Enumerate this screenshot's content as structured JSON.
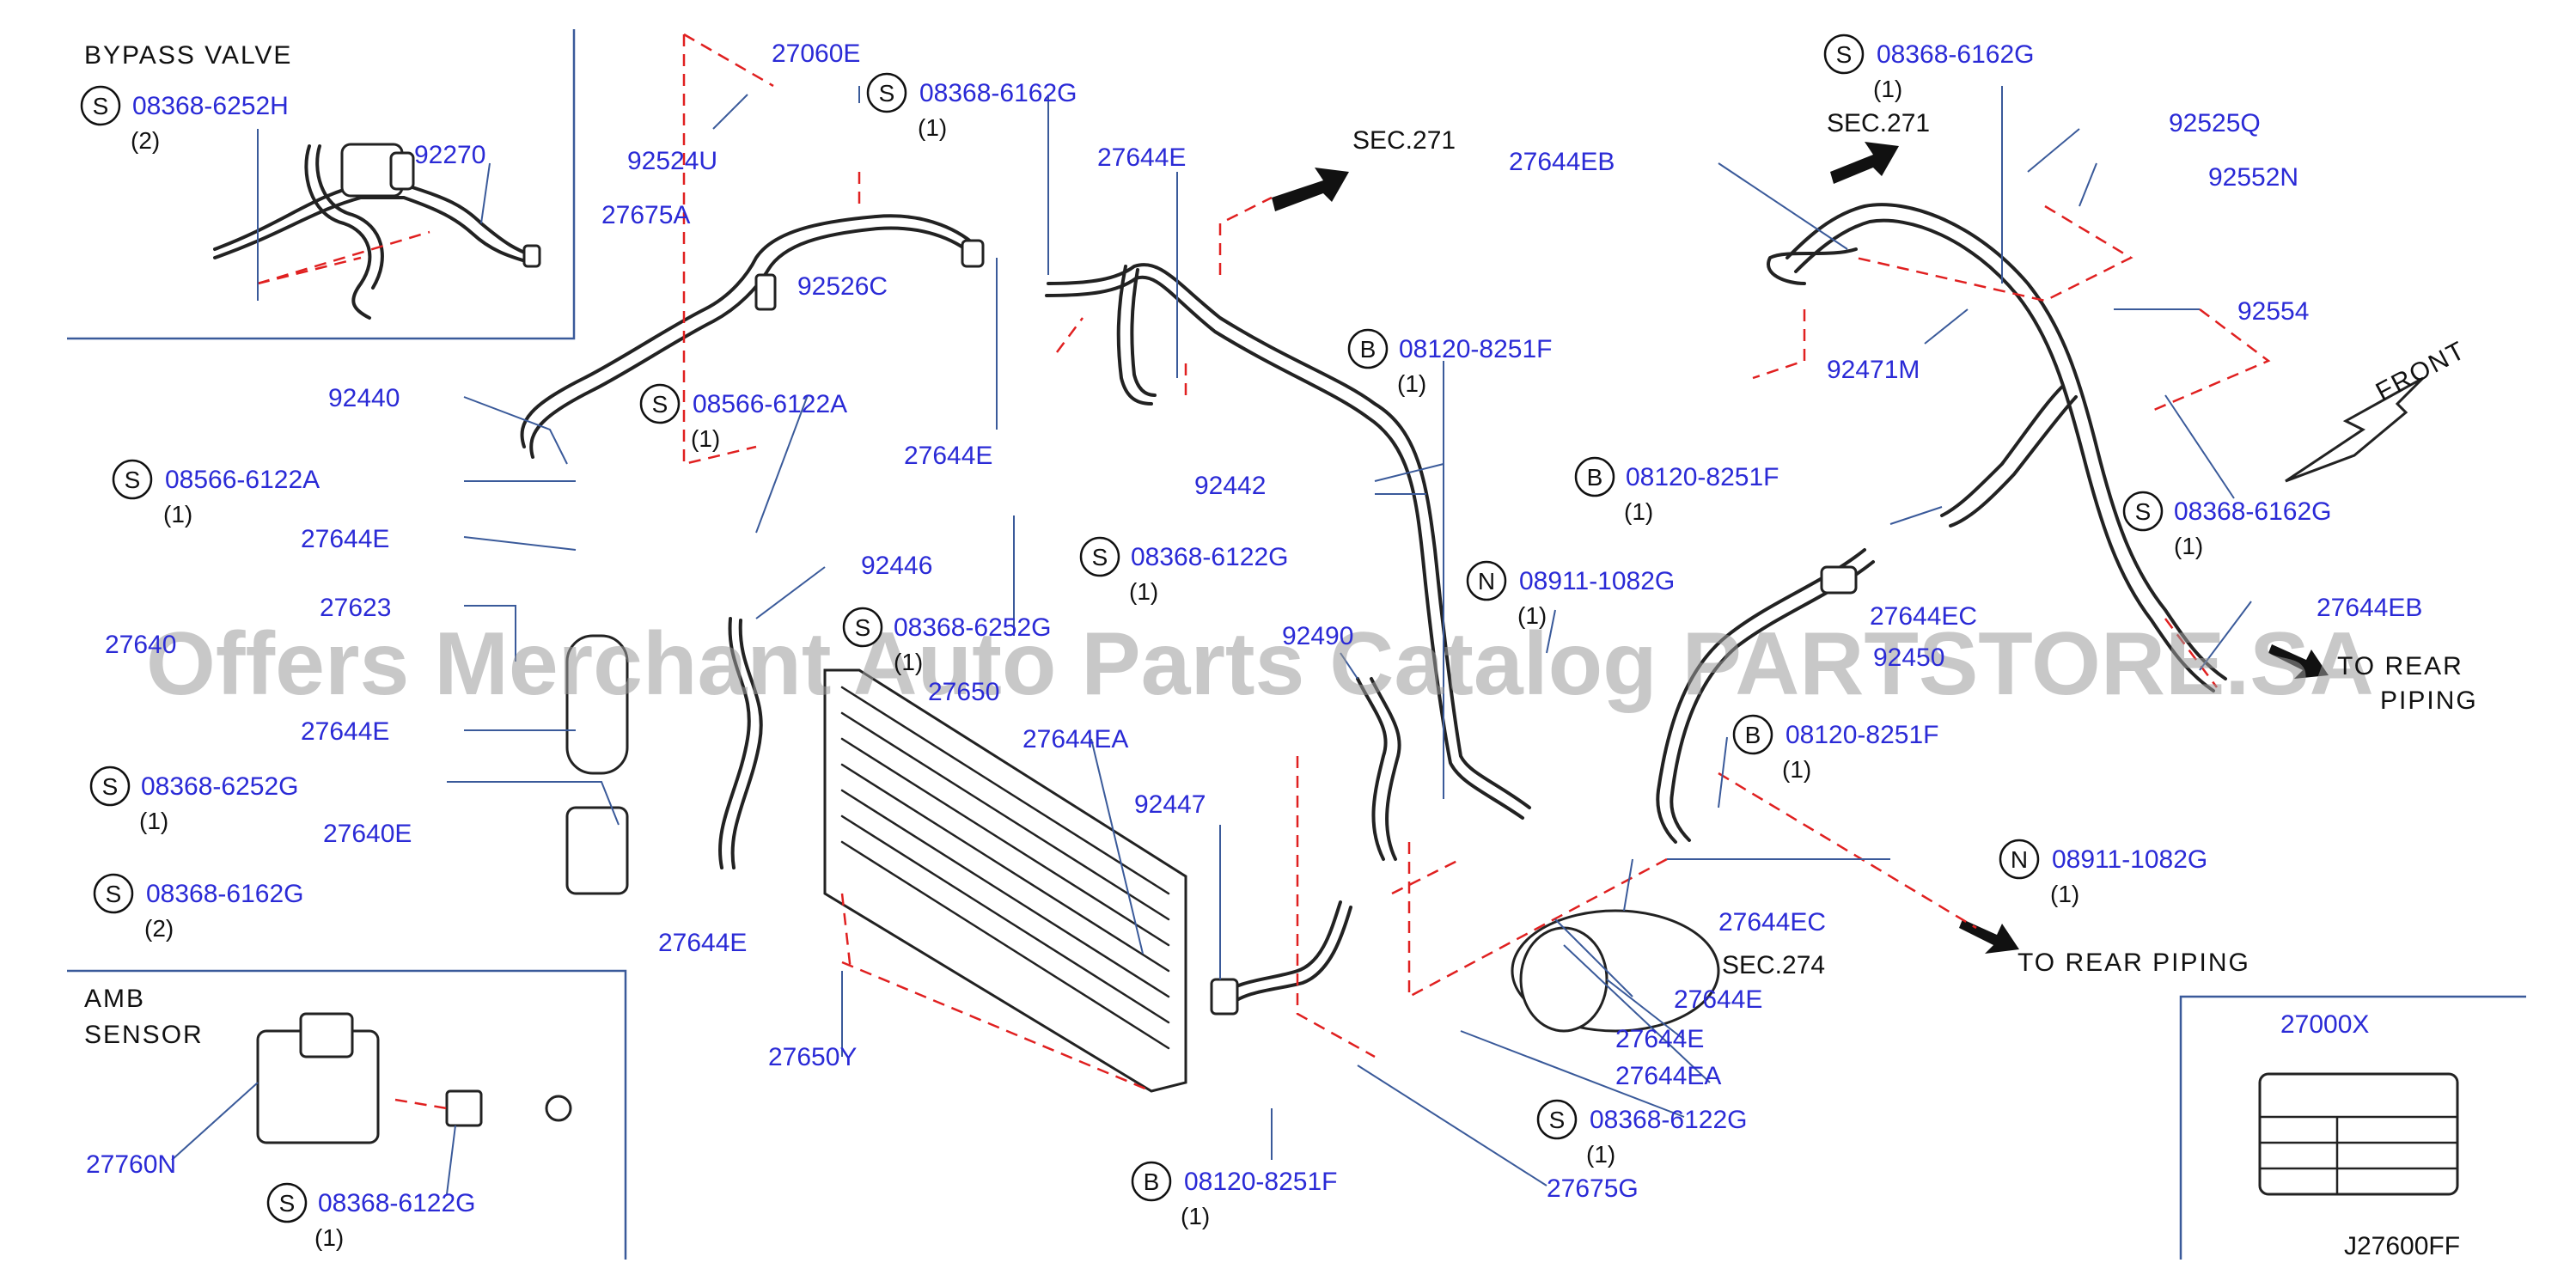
{
  "diagram_id": "J27600FF",
  "watermark": "Offers Merchant Auto Parts Catalog PARTSTORE.SA",
  "insets": {
    "bypass_valve": "BYPASS  VALVE",
    "amb_sensor_line1": "AMB",
    "amb_sensor_line2": "SENSOR"
  },
  "captions": {
    "sec271_a": "SEC.271",
    "sec271_b": "SEC.271",
    "sec274": "SEC.274",
    "to_rear_piping_a": "TO  REAR  PIPING",
    "to_rear_piping_b_line1": "TO  REAR",
    "to_rear_piping_b_line2": "PIPING",
    "front": "FRONT"
  },
  "parts": {
    "p27060E": "27060E",
    "p92524U": "92524U",
    "p27675A": "27675A",
    "p92526C": "92526C",
    "p27644E_top": "27644E",
    "p27644E_b": "27644E",
    "p92440": "92440",
    "p27644E_left": "27644E",
    "p27623": "27623",
    "p27640": "27640",
    "p27644E_left2": "27644E",
    "p27640E": "27640E",
    "p92446": "92446",
    "p27650": "27650",
    "p27644EA_mid": "27644EA",
    "p92447": "92447",
    "p27644E_low": "27644E",
    "p27650Y": "27650Y",
    "p27760N": "27760N",
    "p92270": "92270",
    "p92442": "92442",
    "p92490": "92490",
    "p27644EB_top": "27644EB",
    "p92471M": "92471M",
    "p92525Q": "92525Q",
    "p92552N": "92552N",
    "p92554": "92554",
    "p27644EC_mid": "27644EC",
    "p92450": "92450",
    "p27644EB_right": "27644EB",
    "p27644EC_low": "27644EC",
    "p27644E_r1": "27644E",
    "p27644E_r2": "27644E",
    "p27644EA_low": "27644EA",
    "p27675G": "27675G",
    "p27000X": "27000X"
  },
  "fasteners": {
    "f1": {
      "code": "08368-6252H",
      "qty": "(2)",
      "prefix": "S"
    },
    "f2": {
      "code": "08368-6162G",
      "qty": "(1)",
      "prefix": "S"
    },
    "f3": {
      "code": "08566-6122A",
      "qty": "(1)",
      "prefix": "S"
    },
    "f4": {
      "code": "08566-6122A",
      "qty": "(1)",
      "prefix": "S"
    },
    "f5": {
      "code": "08368-6252G",
      "qty": "(1)",
      "prefix": "S"
    },
    "f6": {
      "code": "08368-6162G",
      "qty": "(2)",
      "prefix": "S"
    },
    "f7": {
      "code": "08368-6122G",
      "qty": "(1)",
      "prefix": "S"
    },
    "f8": {
      "code": "08368-6122G",
      "qty": "(1)",
      "prefix": "S"
    },
    "f9": {
      "code": "08368-6252G",
      "qty": "(1)",
      "prefix": "S"
    },
    "f10": {
      "code": "08120-8251F",
      "qty": "(1)",
      "prefix": "B"
    },
    "f11": {
      "code": "08911-1082G",
      "qty": "(1)",
      "prefix": "N"
    },
    "f12": {
      "code": "08120-8251F",
      "qty": "(1)",
      "prefix": "B"
    },
    "f13": {
      "code": "08368-6162G",
      "qty": "(1)",
      "prefix": "S"
    },
    "f14": {
      "code": "08120-8251F",
      "qty": "(1)",
      "prefix": "B"
    },
    "f15": {
      "code": "08368-6162G",
      "qty": "(1)",
      "prefix": "S"
    },
    "f16": {
      "code": "08120-8251F",
      "qty": "(1)",
      "prefix": "B"
    },
    "f17": {
      "code": "08911-1082G",
      "qty": "(1)",
      "prefix": "N"
    },
    "f18": {
      "code": "08368-6122G",
      "qty": "(1)",
      "prefix": "S"
    }
  }
}
